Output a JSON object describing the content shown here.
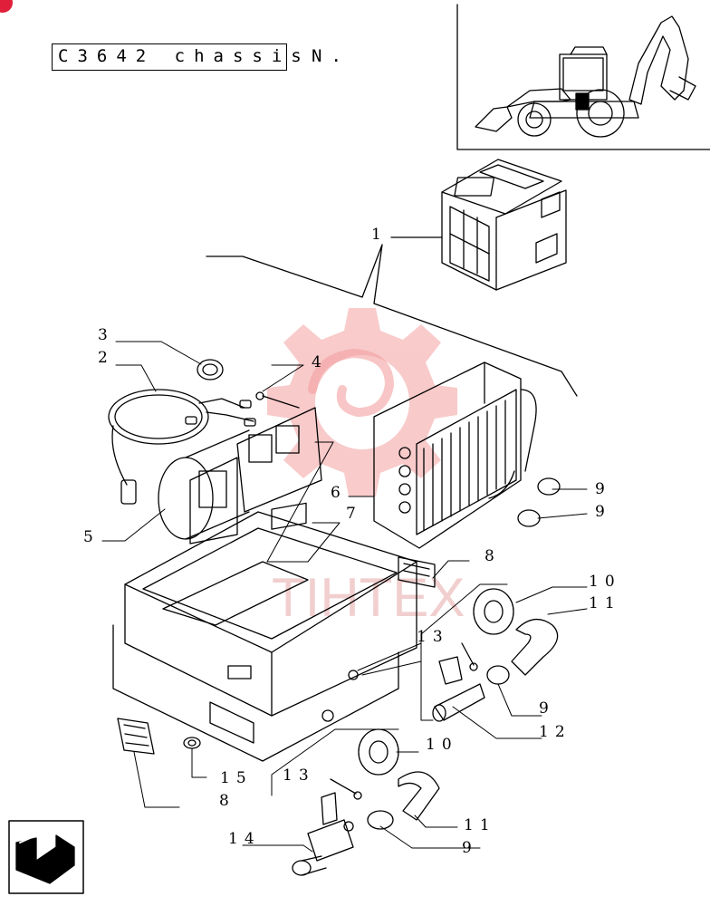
{
  "header": {
    "model_label": "C3642 chassis",
    "number_label": "N."
  },
  "callouts": [
    {
      "id": "c1",
      "label": "1"
    },
    {
      "id": "c2",
      "label": "2"
    },
    {
      "id": "c3",
      "label": "3"
    },
    {
      "id": "c4",
      "label": "4"
    },
    {
      "id": "c5",
      "label": "5"
    },
    {
      "id": "c6",
      "label": "6"
    },
    {
      "id": "c7",
      "label": "7"
    },
    {
      "id": "c8a",
      "label": "8"
    },
    {
      "id": "c8b",
      "label": "8"
    },
    {
      "id": "c9a",
      "label": "9"
    },
    {
      "id": "c9b",
      "label": "9"
    },
    {
      "id": "c9c",
      "label": "9"
    },
    {
      "id": "c9d",
      "label": "9"
    },
    {
      "id": "c10a",
      "label": "10"
    },
    {
      "id": "c10b",
      "label": "10"
    },
    {
      "id": "c11a",
      "label": "11"
    },
    {
      "id": "c11b",
      "label": "11"
    },
    {
      "id": "c12",
      "label": "12"
    },
    {
      "id": "c13a",
      "label": "13"
    },
    {
      "id": "c13b",
      "label": "13"
    },
    {
      "id": "c14",
      "label": "14"
    },
    {
      "id": "c15",
      "label": "15"
    }
  ],
  "watermark": {
    "text": "ΤΙΗΤΕΧ",
    "color": "#f08080"
  },
  "colors": {
    "ink": "#000000",
    "corner_dot": "#e0203a",
    "watermark": "#f4a0a0"
  },
  "icons": {
    "nav": "next-page-arrow-icon"
  }
}
